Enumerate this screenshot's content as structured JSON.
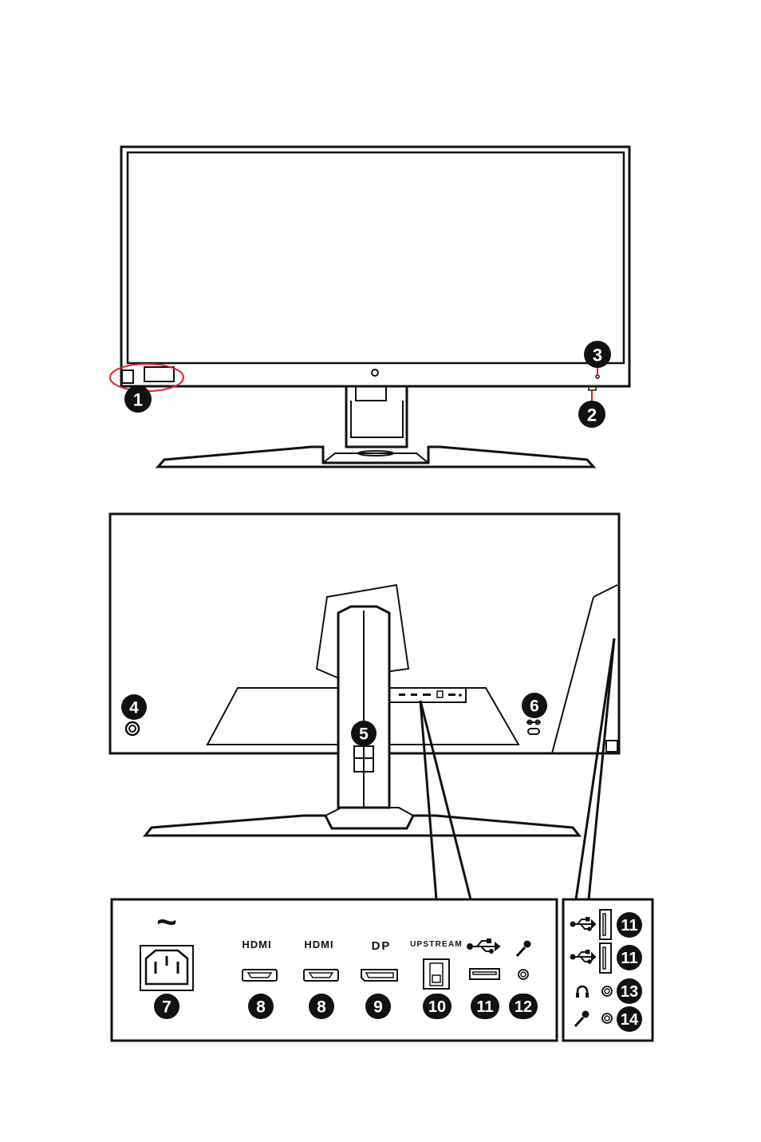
{
  "front_view": {
    "callouts": {
      "c1": "1",
      "c2": "2",
      "c3": "3"
    },
    "accent_color": "#e0202a"
  },
  "rear_view": {
    "callouts": {
      "c4": "4",
      "c5": "5",
      "c6": "6"
    }
  },
  "io_panel": {
    "ac_symbol": "~",
    "ports": [
      {
        "label": "",
        "num": "7"
      },
      {
        "label": "HDMI",
        "num": "8"
      },
      {
        "label": "HDMI",
        "num": "8"
      },
      {
        "label": "DP",
        "num": "9"
      },
      {
        "label": "UPSTREAM",
        "num": "10"
      },
      {
        "label": "",
        "num": "11"
      },
      {
        "label": "",
        "num": "12"
      }
    ]
  },
  "side_panel": {
    "ports": [
      {
        "num": "11"
      },
      {
        "num": "11"
      },
      {
        "num": "13"
      },
      {
        "num": "14"
      }
    ]
  }
}
